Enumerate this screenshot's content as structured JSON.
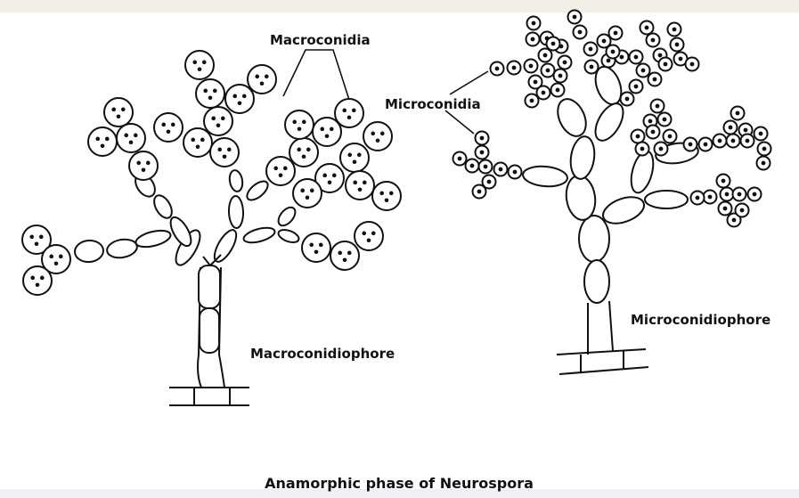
{
  "diagram": {
    "title": "Anamorphic phase of Neurospora",
    "labels": {
      "macroconidia": "Macroconidia",
      "microconidia": "Microconidia",
      "macroconidiophore": "Macroconidiophore",
      "microconidiophore": "Microconidiophore"
    }
  }
}
